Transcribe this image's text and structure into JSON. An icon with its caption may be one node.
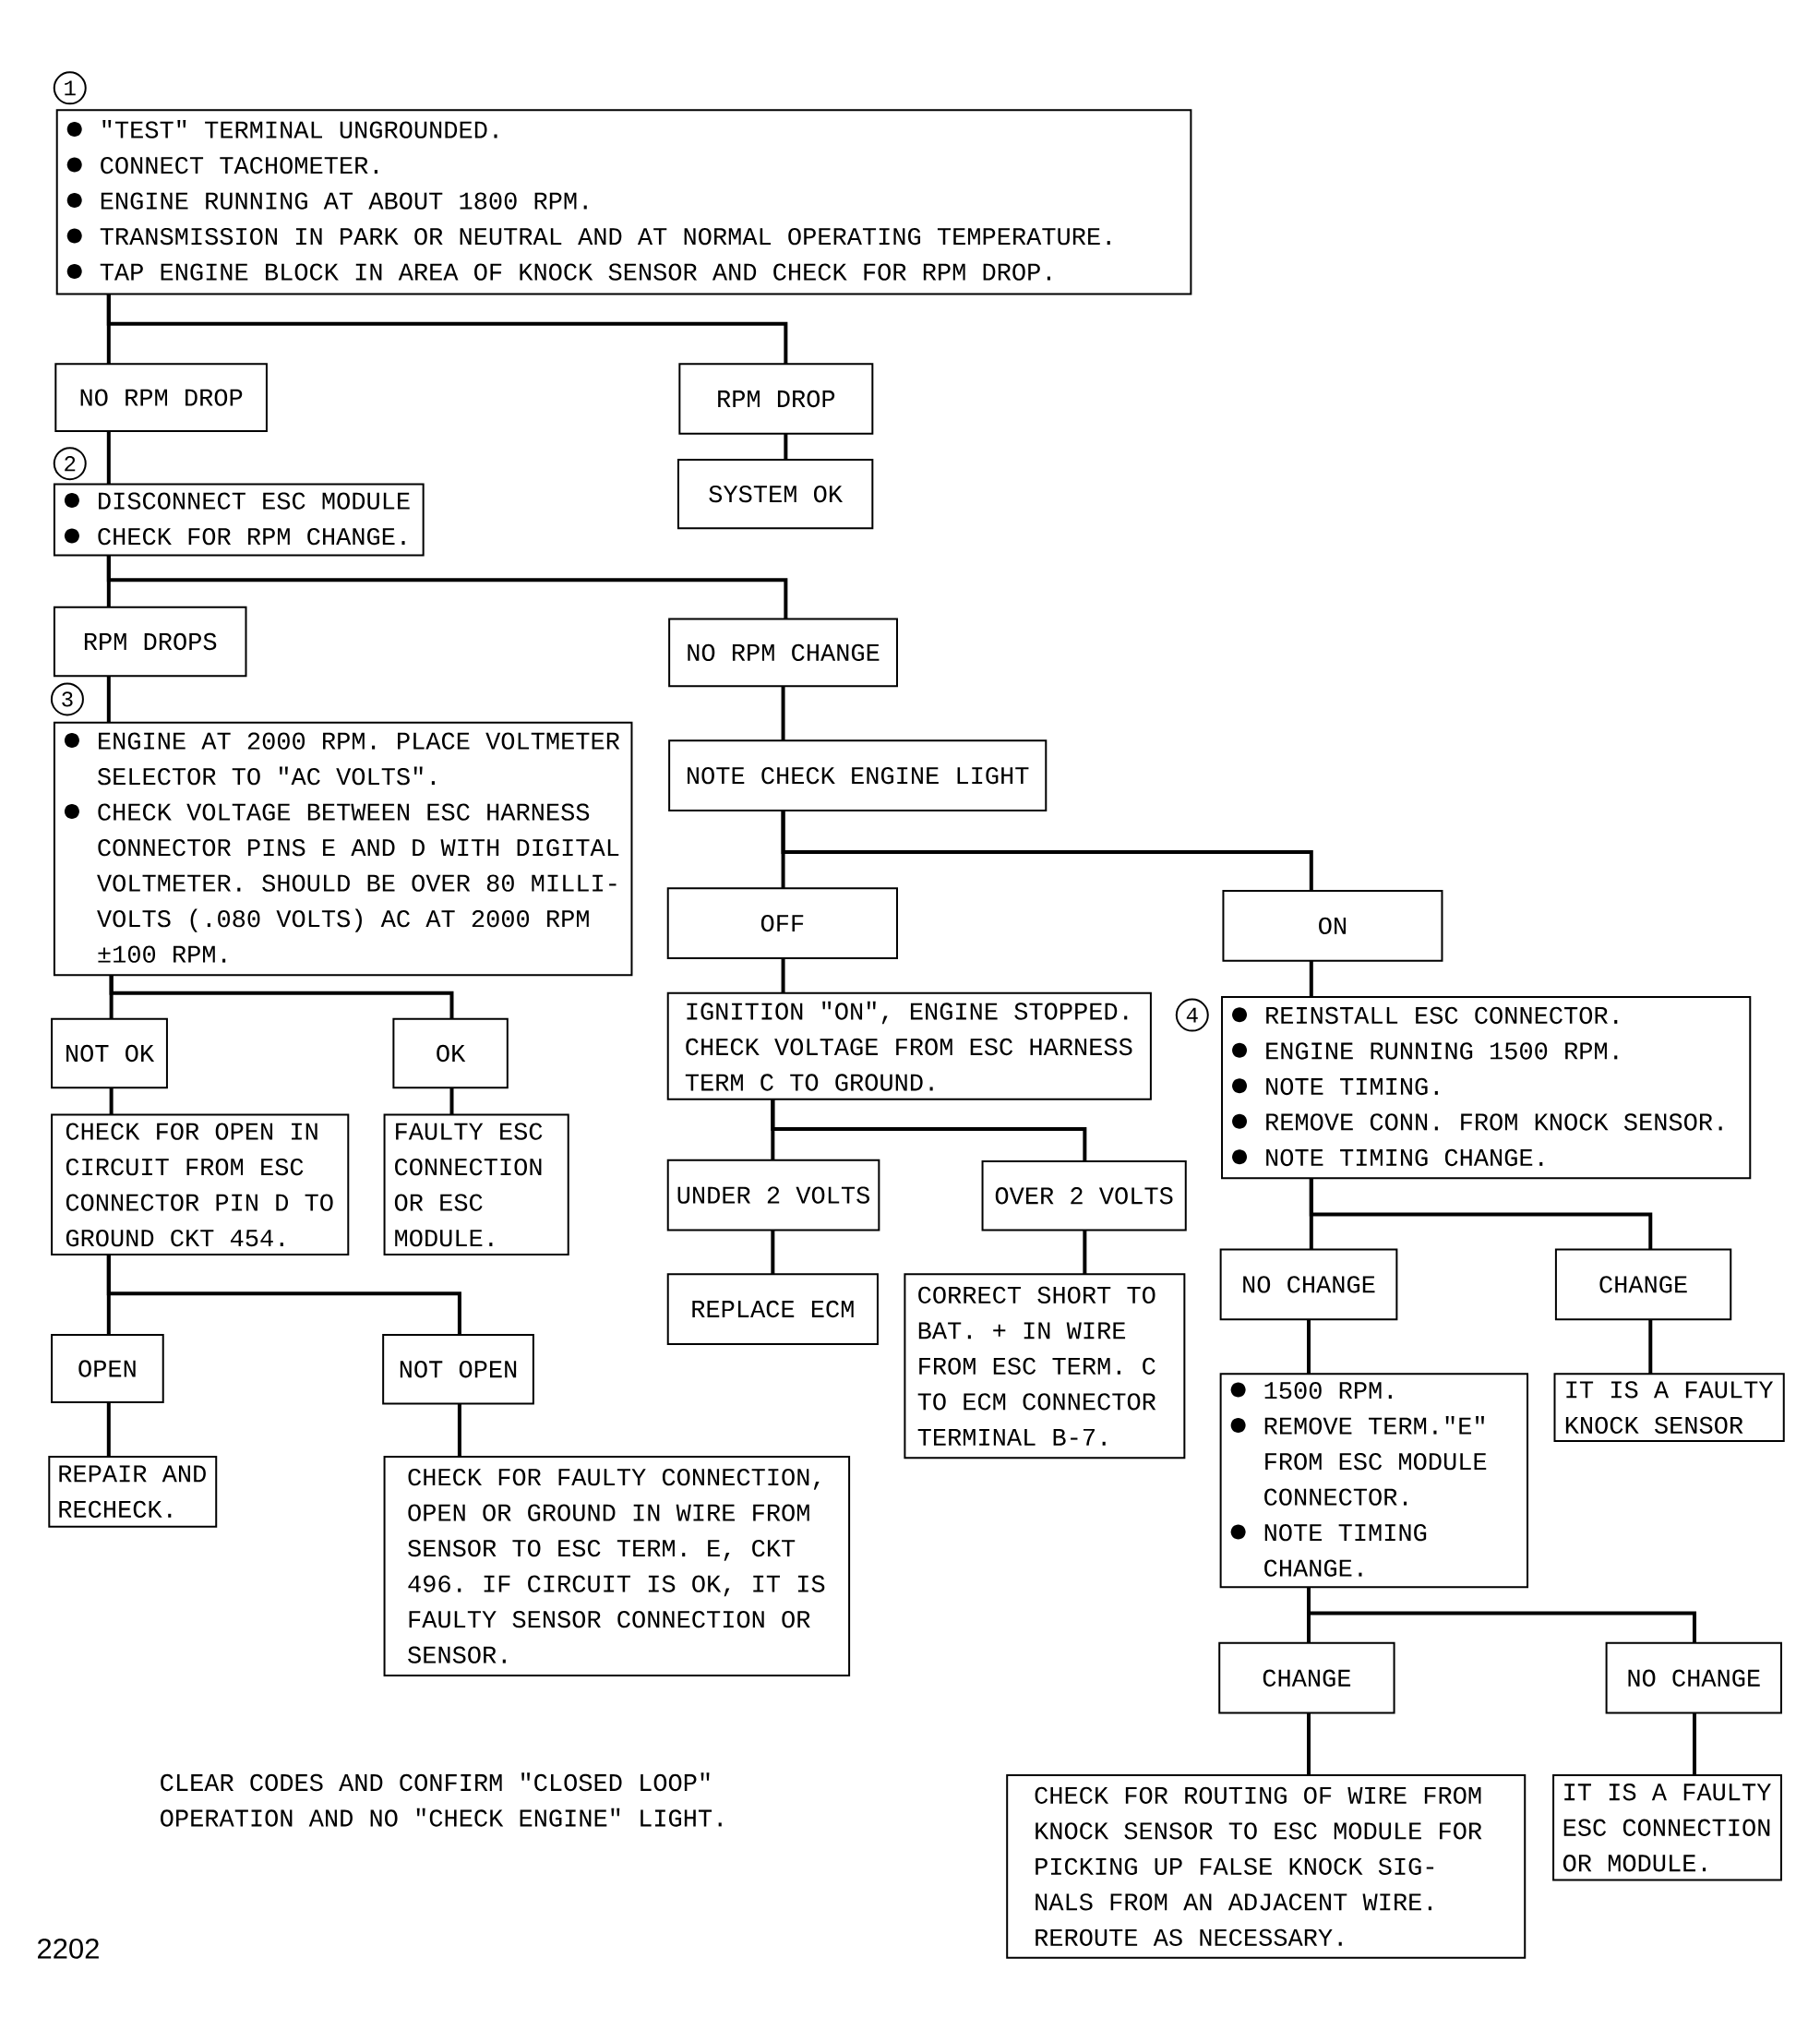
{
  "diagram": {
    "nodes": [
      {
        "text": [
          "\"TEST\" TERMINAL UNGROUNDED.",
          "CONNECT TACHOMETER.",
          "ENGINE RUNNING AT ABOUT 1800 RPM.",
          "TRANSMISSION IN PARK OR NEUTRAL AND AT NORMAL OPERATING TEMPERATURE.",
          "TAP ENGINE BLOCK IN AREA OF KNOCK SENSOR AND CHECK FOR RPM DROP."
        ],
        "beside": [
          "1"
        ]
      },
      {
        "text": [
          "NO RPM DROP"
        ]
      },
      {
        "text": [
          "RPM DROP"
        ]
      },
      {
        "text": [
          "DISCONNECT ESC MODULE",
          "CHECK FOR RPM CHANGE."
        ],
        "beside": [
          "2"
        ]
      },
      {
        "text": [
          "SYSTEM OK"
        ]
      },
      {
        "text": [
          "RPM DROPS"
        ]
      },
      {
        "text": [
          "NO RPM CHANGE"
        ]
      },
      {
        "text": [
          "ENGINE AT 2000 RPM. PLACE VOLTMETER SELECTOR TO \"AC VOLTS\".",
          "CHECK VOLTAGE BETWEEN ESC HARNESS CONNECTOR PINS E AND D WITH DIGITAL VOLTMETER. SHOULD BE OVER 80 MILLI- VOLTS (.080 VOLTS) AC AT 2000 RPM ±100 RPM."
        ],
        "beside": [
          "3"
        ]
      },
      {
        "text": [
          "NOTE CHECK ENGINE LIGHT"
        ]
      },
      {
        "text": [
          "OFF"
        ]
      },
      {
        "text": [
          "ON"
        ]
      },
      {
        "text": [
          "IGNITION \"ON\", ENGINE STOPPED. CHECK VOLTAGE FROM ESC HARNESS TERM C TO GROUND."
        ]
      },
      {
        "text": [
          "REINSTALL ESC CONNECTOR.",
          "ENGINE RUNNING 1500 RPM.",
          "NOTE TIMING.",
          "REMOVE CONN. FROM KNOCK SENSOR.",
          "NOTE TIMING CHANGE."
        ],
        "beside": [
          "4"
        ]
      },
      {
        "text": [
          "NOT OK"
        ]
      },
      {
        "text": [
          "OK"
        ]
      },
      {
        "text": [
          "CHECK FOR OPEN IN CIRCUIT FROM ESC CONNECTOR PIN D TO GROUND CKT 454."
        ]
      },
      {
        "text": [
          "FAULTY ESC CONNECTION OR ESC MODULE."
        ]
      },
      {
        "text": [
          "UNDER 2 VOLTS"
        ]
      },
      {
        "text": [
          "OVER 2 VOLTS"
        ]
      },
      {
        "text": [
          "NO CHANGE"
        ]
      },
      {
        "text": [
          "CHANGE"
        ]
      },
      {
        "text": [
          "REPLACE ECM"
        ]
      },
      {
        "text": [
          "CORRECT SHORT TO BAT. + IN WIRE FROM ESC TERM. C TO ECM CONNECTOR TERMINAL B-7."
        ]
      },
      {
        "text": [
          "OPEN"
        ]
      },
      {
        "text": [
          "NOT OPEN"
        ]
      },
      {
        "text": [
          "1500 RPM.",
          "REMOVE TERM.\"E\" FROM ESC MODULE CONNECTOR.",
          "NOTE TIMING CHANGE."
        ]
      },
      {
        "text": [
          "IT IS A FAULTY KNOCK SENSOR"
        ]
      },
      {
        "text": [
          "REPAIR AND RECHECK."
        ]
      },
      {
        "text": [
          "CHECK FOR FAULTY CONNECTION, OPEN OR GROUND IN WIRE FROM SENSOR TO ESC TERM. E, CKT 496. IF CIRCUIT IS OK, IT IS FAULTY SENSOR CONNECTION OR SENSOR."
        ]
      },
      {
        "text": [
          "CHANGE"
        ]
      },
      {
        "text": [
          "NO CHANGE"
        ]
      },
      {
        "text": [
          "CHECK FOR ROUTING OF WIRE FROM KNOCK SENSOR TO ESC MODULE FOR PICKING UP FALSE KNOCK SIG- NALS FROM AN ADJACENT WIRE. REROUTE AS NECESSARY."
        ]
      },
      {
        "text": [
          "IT IS A FAULTY ESC CONNECTION OR MODULE."
        ]
      }
    ],
    "edges": [
      {
        "from": 0,
        "to": 1,
        "arrow": "none"
      },
      {
        "from": 0,
        "to": 2,
        "arrow": "none"
      },
      {
        "from": 1,
        "to": 3,
        "arrow": "none"
      },
      {
        "from": 2,
        "to": 4,
        "arrow": "none"
      },
      {
        "from": 3,
        "to": 5,
        "arrow": "none"
      },
      {
        "from": 3,
        "to": 6,
        "arrow": "none"
      },
      {
        "from": 5,
        "to": 7,
        "arrow": "none"
      },
      {
        "from": 6,
        "to": 8,
        "arrow": "none"
      },
      {
        "from": 8,
        "to": 9,
        "arrow": "none"
      },
      {
        "from": 8,
        "to": 10,
        "arrow": "none"
      },
      {
        "from": 9,
        "to": 11,
        "arrow": "none"
      },
      {
        "from": 10,
        "to": 12,
        "arrow": "none"
      },
      {
        "from": 7,
        "to": 13,
        "arrow": "none"
      },
      {
        "from": 7,
        "to": 14,
        "arrow": "none"
      },
      {
        "from": 13,
        "to": 15,
        "arrow": "none"
      },
      {
        "from": 14,
        "to": 16,
        "arrow": "none"
      },
      {
        "from": 11,
        "to": 17,
        "arrow": "none"
      },
      {
        "from": 11,
        "to": 18,
        "arrow": "none"
      },
      {
        "from": 17,
        "to": 21,
        "arrow": "none"
      },
      {
        "from": 18,
        "to": 22,
        "arrow": "none"
      },
      {
        "from": 12,
        "to": 19,
        "arrow": "none"
      },
      {
        "from": 12,
        "to": 20,
        "arrow": "none"
      },
      {
        "from": 19,
        "to": 25,
        "arrow": "none"
      },
      {
        "from": 20,
        "to": 26,
        "arrow": "none"
      },
      {
        "from": 15,
        "to": 23,
        "arrow": "none"
      },
      {
        "from": 15,
        "to": 24,
        "arrow": "none"
      },
      {
        "from": 23,
        "to": 27,
        "arrow": "none"
      },
      {
        "from": 24,
        "to": 28,
        "arrow": "none"
      },
      {
        "from": 25,
        "to": 29,
        "arrow": "none"
      },
      {
        "from": 25,
        "to": 30,
        "arrow": "none"
      },
      {
        "from": 29,
        "to": 31,
        "arrow": "none"
      },
      {
        "from": 30,
        "to": 32,
        "arrow": "none"
      }
    ],
    "labels": [
      "CLEAR CODES AND CONFIRM \"CLOSED LOOP\" OPERATION AND NO \"CHECK ENGINE\" LIGHT.",
      "2202"
    ]
  }
}
